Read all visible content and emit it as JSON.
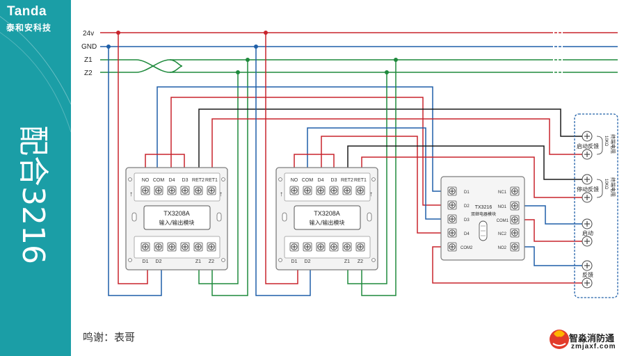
{
  "brand": {
    "name": "Tanda",
    "chinese": "泰和安科技"
  },
  "side_title": "配合3216",
  "bus": {
    "v24": "24v",
    "gnd": "GND",
    "z1": "Z1",
    "z2": "Z2"
  },
  "module_a": {
    "top_terminals": [
      "NO",
      "COM",
      "D4",
      "D3",
      "RET2",
      "RET1"
    ],
    "model": "TX3208A",
    "desc": "输入/输出模块",
    "bottom_terminals": [
      "D1",
      "D2",
      "Z1",
      "Z2"
    ]
  },
  "module_b": {
    "top_terminals": [
      "NO",
      "COM",
      "D4",
      "D3",
      "RET2",
      "RET1"
    ],
    "model": "TX3208A",
    "desc": "输入/输出模块",
    "bottom_terminals": [
      "D1",
      "D2",
      "Z1",
      "Z2"
    ]
  },
  "relay": {
    "model": "TX3216",
    "desc": "双继电器模块",
    "left_terminals": [
      "D1",
      "D2",
      "D3",
      "D4",
      "COM2"
    ],
    "right_terminals": [
      "NC1",
      "NO1",
      "COM1",
      "NC2",
      "NO2"
    ]
  },
  "field": {
    "start_feedback": "启动反馈",
    "stop_feedback": "停动反馈",
    "start": "启动",
    "feedback": "反馈",
    "eol_1": "终端电阻",
    "eol_2": "终端电阻",
    "r_1": "10KΩ",
    "r_2": "10KΩ"
  },
  "credit": "鸣谢：表哥",
  "watermark": {
    "text": "智淼消防通",
    "url": "zmjaxf.com"
  },
  "colors": {
    "red": "#c8232c",
    "blue": "#1f5fa8",
    "green": "#1e8a3c",
    "black": "#1a1a1a",
    "teal": "#1b9ea6"
  }
}
